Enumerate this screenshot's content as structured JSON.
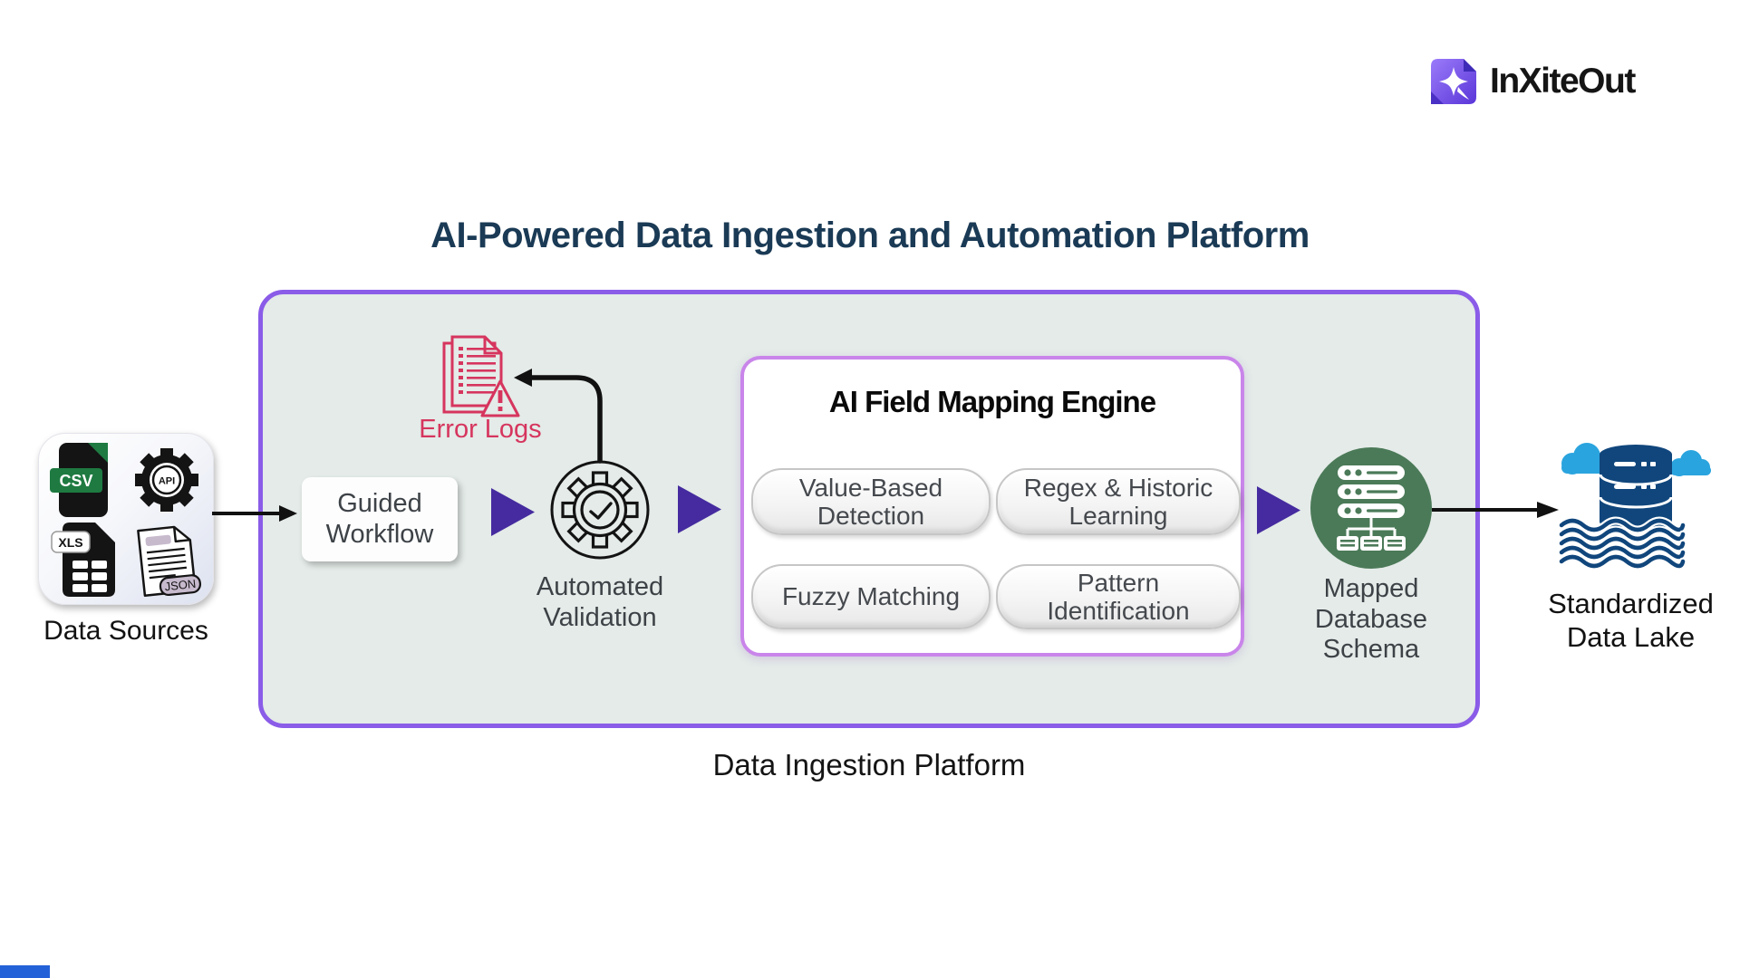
{
  "logo": {
    "brand": "InXiteOut"
  },
  "title": "AI-Powered Data Ingestion and Automation Platform",
  "platform": {
    "label": "Data Ingestion Platform"
  },
  "data_sources": {
    "label": "Data Sources",
    "formats": {
      "csv": "CSV",
      "api": "API",
      "xls": "XLS",
      "json": "JSON"
    }
  },
  "flow": {
    "guided_workflow": "Guided Workflow",
    "automated_validation": "Automated Validation",
    "error_logs": "Error Logs",
    "mapped_database_schema": "Mapped Database Schema",
    "standardized_data_lake": "Standardized Data Lake"
  },
  "ai_engine": {
    "title": "AI Field Mapping Engine",
    "capabilities": [
      "Value-Based Detection",
      "Regex & Historic Learning",
      "Fuzzy Matching",
      "Pattern Identification"
    ]
  },
  "colors": {
    "title_navy": "#1a3a55",
    "platform_border_purple": "#8a5ce8",
    "platform_bg_green_gray": "#e4ebe8",
    "ai_box_border_purple": "#c985ea",
    "flow_arrow_indigo": "#452b9f",
    "error_crimson": "#d6355e",
    "schema_green": "#4b7a58",
    "lake_navy": "#10467c",
    "cloud_blue": "#2aa4de",
    "source_green": "#1e7a41",
    "json_mauve": "#c7bacd"
  }
}
